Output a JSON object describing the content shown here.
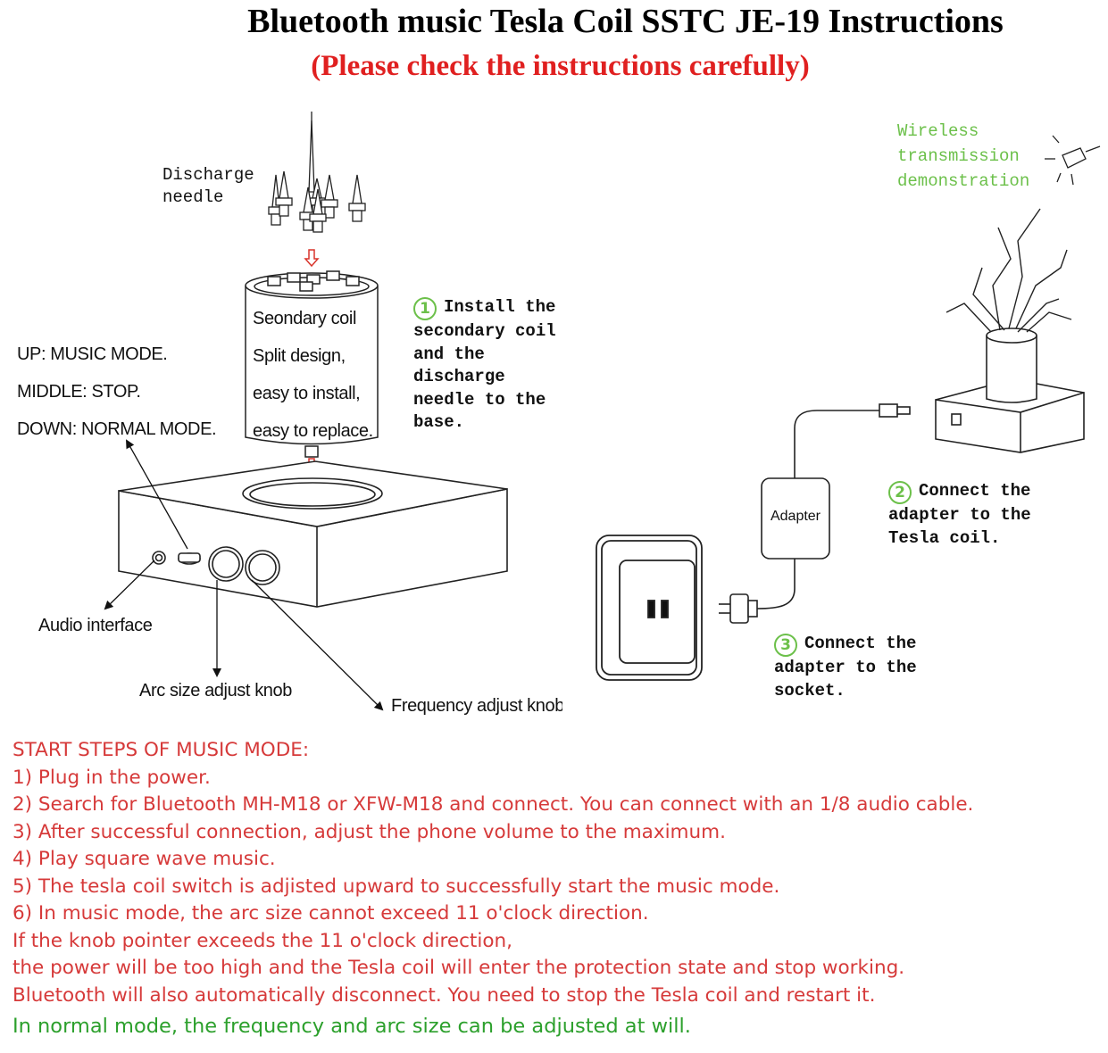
{
  "header": {
    "title": "Bluetooth music Tesla Coil SSTC JE-19 Instructions",
    "subtitle": "(Please check the instructions carefully)"
  },
  "labels": {
    "discharge_needle": [
      "Discharge",
      "needle"
    ],
    "secondary_coil": [
      "Seondary coil",
      "Split design,",
      "easy to install,",
      "easy to replace."
    ],
    "switch_modes": [
      "UP: MUSIC MODE.",
      "MIDDLE: STOP.",
      "DOWN: NORMAL MODE."
    ],
    "audio_interface": "Audio interface",
    "arc_knob": "Arc size adjust knob",
    "frequency_knob": "Frequency adjust knob",
    "adapter": "Adapter",
    "wireless": [
      "Wireless",
      "transmission",
      "demonstration"
    ]
  },
  "steps": [
    {
      "number": "1",
      "text": "Install the secondary coil and the discharge needle to the base."
    },
    {
      "number": "2",
      "text": "Connect the adapter to the Tesla coil."
    },
    {
      "number": "3",
      "text": "Connect the adapter to the socket."
    }
  ],
  "instructions": {
    "heading": "START STEPS OF MUSIC MODE:",
    "lines": [
      "1) Plug in the power.",
      "2) Search for Bluetooth MH-M18 or XFW-M18 and connect. You can connect with an 1/8 audio cable.",
      "3) After successful connection, adjust the phone volume to the maximum.",
      "4) Play square wave music.",
      "5) The tesla coil switch is adjisted upward to successfully start the music mode.",
      "6) In music mode, the arc size cannot exceed 11 o'clock direction.",
      "If the knob pointer exceeds the 11 o'clock direction,",
      "the power will be too high and the Tesla coil will enter the protection state and stop working.",
      "Bluetooth will also automatically disconnect. You need to stop the Tesla coil and restart it."
    ],
    "normal_mode": "In normal mode, the frequency and arc size can be adjusted at will."
  },
  "colors": {
    "title": "#000000",
    "subtitle": "#e02020",
    "instructions": "#d63a3a",
    "normal_mode": "#2ca02c",
    "step_number": "#6cc04a",
    "arrow": "#d9342b"
  }
}
